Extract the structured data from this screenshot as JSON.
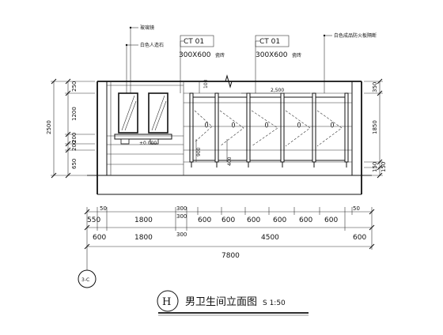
{
  "callouts": {
    "mirror": "玻璃镜",
    "stone": "白色人造石",
    "tile_code_1": "CT 01",
    "tile_size_1": "300X600",
    "tile_unit_1": "瓷砖",
    "tile_code_2": "CT 01",
    "tile_size_2": "300X600",
    "tile_unit_2": "瓷砖",
    "partition": "白色成品防火板隔断"
  },
  "left_dims": [
    "250",
    "1200",
    "200",
    "200",
    "650"
  ],
  "left_total": "2500",
  "right_dims": [
    "350",
    "1850",
    "150",
    "150"
  ],
  "inner_dims": {
    "d100": "100",
    "d2500": "2,500",
    "d900": "900",
    "d400": "400"
  },
  "floor_level": "±0.000",
  "row1_dims": [
    "50",
    "550",
    "1800",
    "300",
    "300",
    "600",
    "600",
    "600",
    "600",
    "600",
    "600",
    "50"
  ],
  "row2_dims": [
    "600",
    "1800",
    "300",
    "4500",
    "600"
  ],
  "total_dim": "7800",
  "grid_label": "3-C",
  "title": {
    "marker": "H",
    "text": "男卫生间立面图",
    "scale": "S 1:50"
  }
}
